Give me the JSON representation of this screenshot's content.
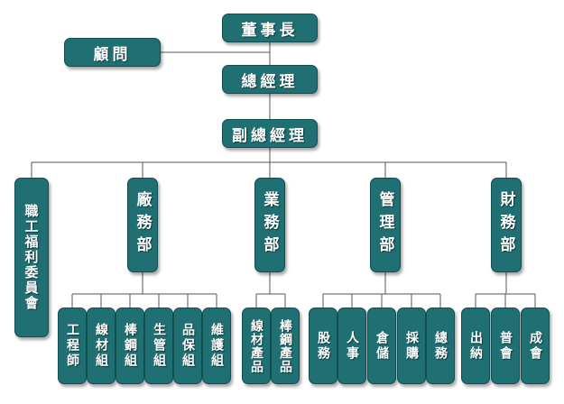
{
  "chairman": "董事長",
  "advisor": "顧問",
  "general_manager": "總經理",
  "deputy_general_manager": "副總經理",
  "welfare_committee": "職工福利委員會",
  "departments": [
    {
      "name": "廠務部",
      "units": [
        "工程師",
        "線材組",
        "棒鋼組",
        "生管組",
        "品保組",
        "維護組"
      ]
    },
    {
      "name": "業務部",
      "units": [
        "線材產品",
        "棒鋼產品"
      ]
    },
    {
      "name": "管理部",
      "units": [
        "股務",
        "人事",
        "倉儲",
        "採購",
        "總務"
      ]
    },
    {
      "name": "財務部",
      "units": [
        "出納",
        "普會",
        "成會"
      ]
    }
  ],
  "colors": {
    "box": "#1f6f73",
    "border": "#0f4f52",
    "text": "#ffffff",
    "line": "#555555"
  }
}
